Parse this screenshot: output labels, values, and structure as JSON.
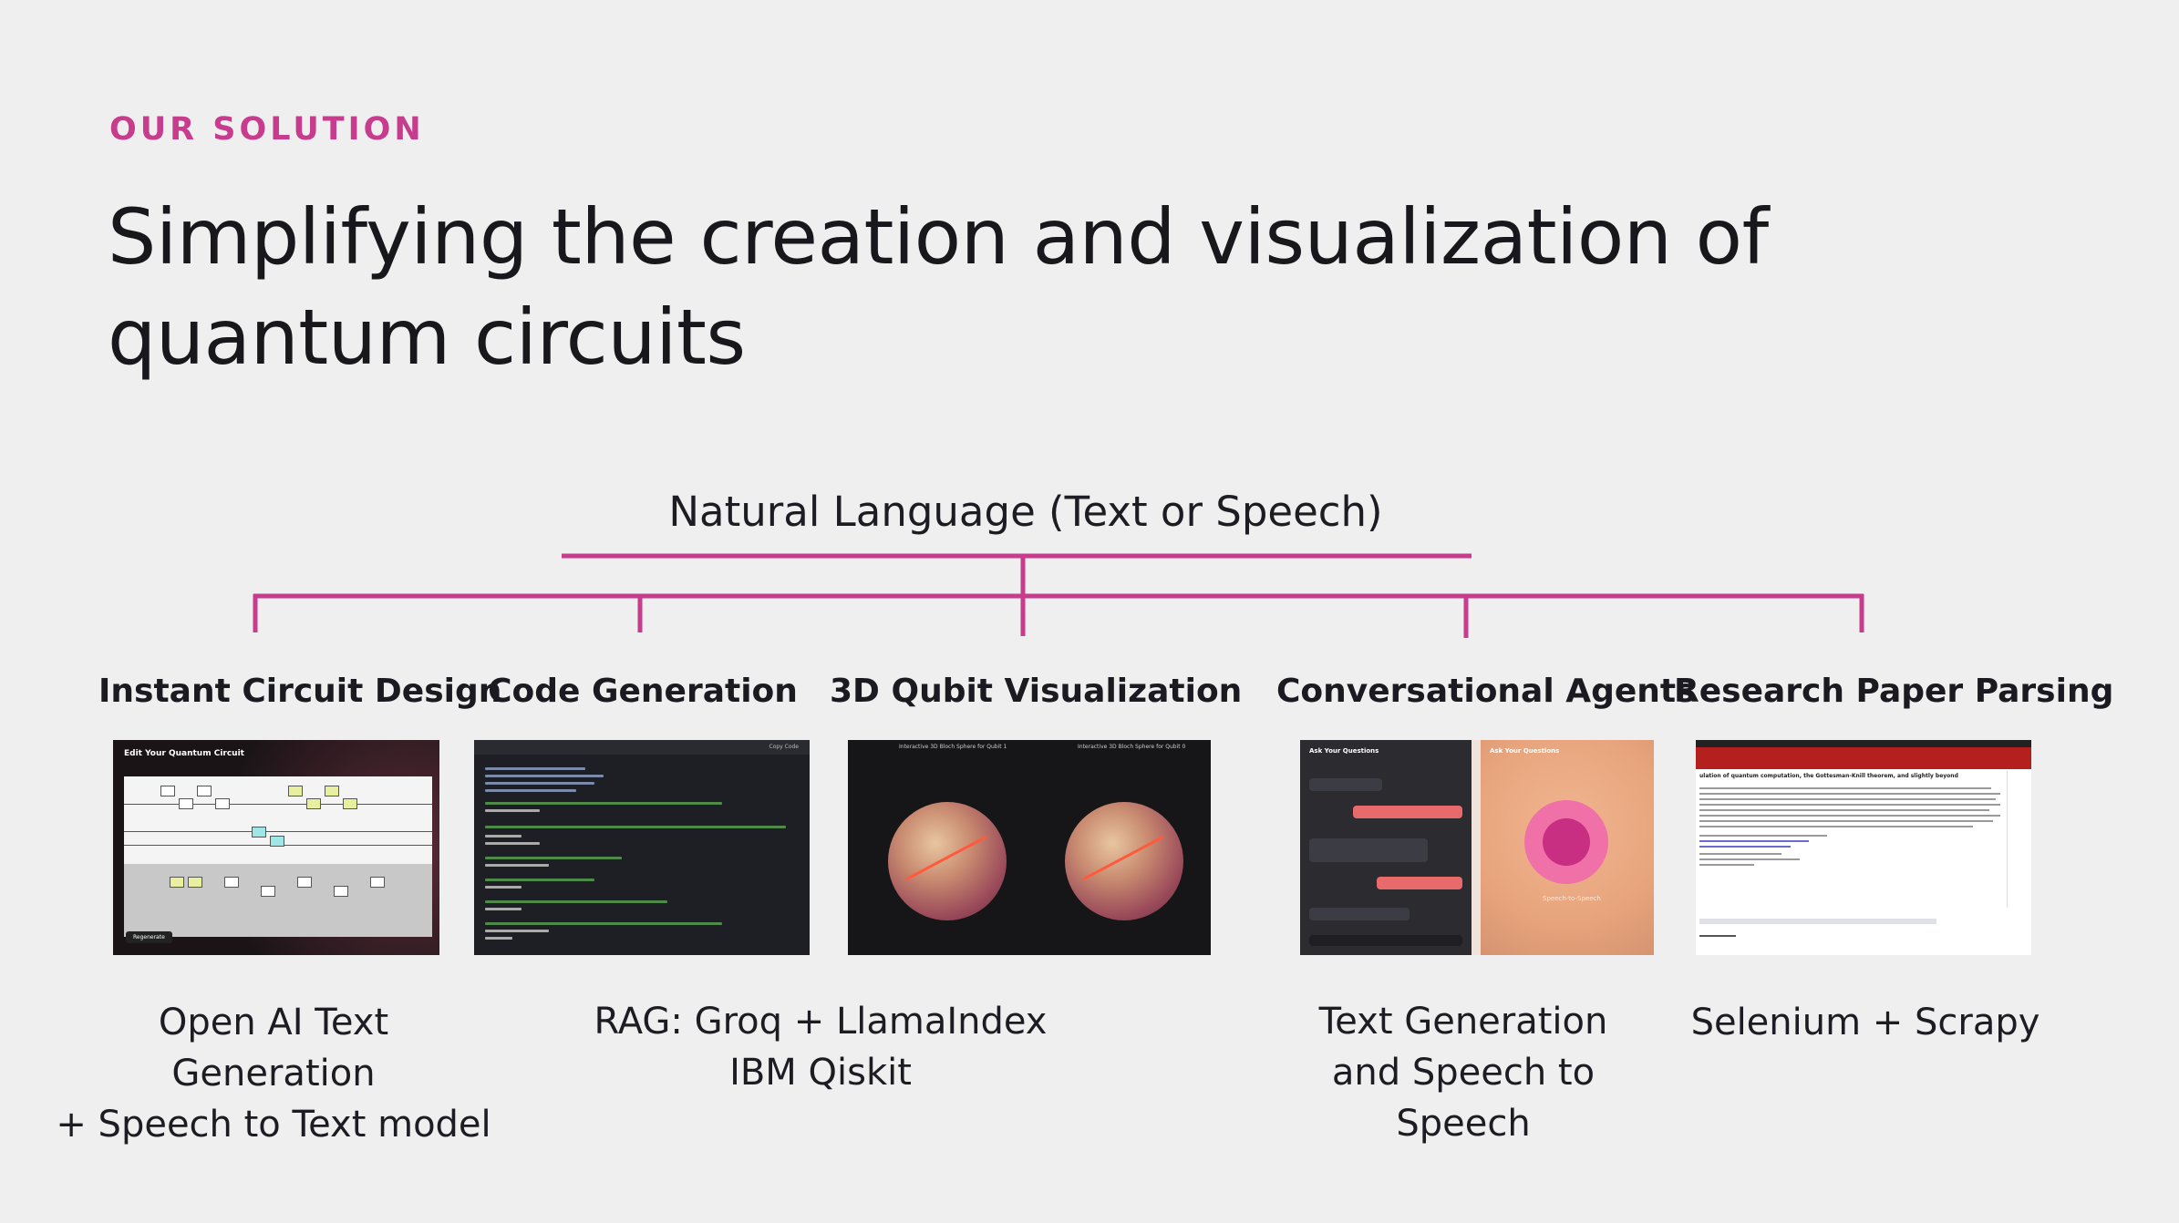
{
  "eyebrow": "OUR SOLUTION",
  "title": "Simplifying the creation and visualization of quantum circuits",
  "source_label": "Natural Language (Text or Speech)",
  "colors": {
    "accent": "#c83c8e",
    "text": "#17171c",
    "background": "#efefef"
  },
  "columns": [
    {
      "heading": "Instant Circuit Design",
      "shot": {
        "title": "Edit Your Quantum Circuit",
        "button": "Regenerate"
      }
    },
    {
      "heading": "Code Generation",
      "shot": {
        "copy": "Copy Code"
      }
    },
    {
      "heading": "3D Qubit Visualization",
      "shot": {
        "left_label": "Interactive 3D Bloch Sphere for Qubit 1",
        "right_label": "Interactive 3D Bloch Sphere for Qubit 0"
      }
    },
    {
      "heading": "Conversational Agents",
      "shot": {
        "panel_left": "Ask Your Questions",
        "panel_right": "Ask Your Questions",
        "tts_label": "Speech-to-Speech"
      }
    },
    {
      "heading": "Research Paper Parsing",
      "shot": {
        "paper_title": "ulation of quantum computation, the Gottesman-Knill theorem, and slightly beyond"
      }
    }
  ],
  "captions": {
    "c1_line1": "Open AI Text Generation",
    "c1_line2": "+ Speech to Text model",
    "c2_line1": "RAG: Groq + LlamaIndex",
    "c2_line2": "IBM Qiskit",
    "c4_line1": "Text Generation",
    "c4_line2": "and Speech to",
    "c4_line3": "Speech",
    "c5_line1": "Selenium + Scrapy"
  }
}
